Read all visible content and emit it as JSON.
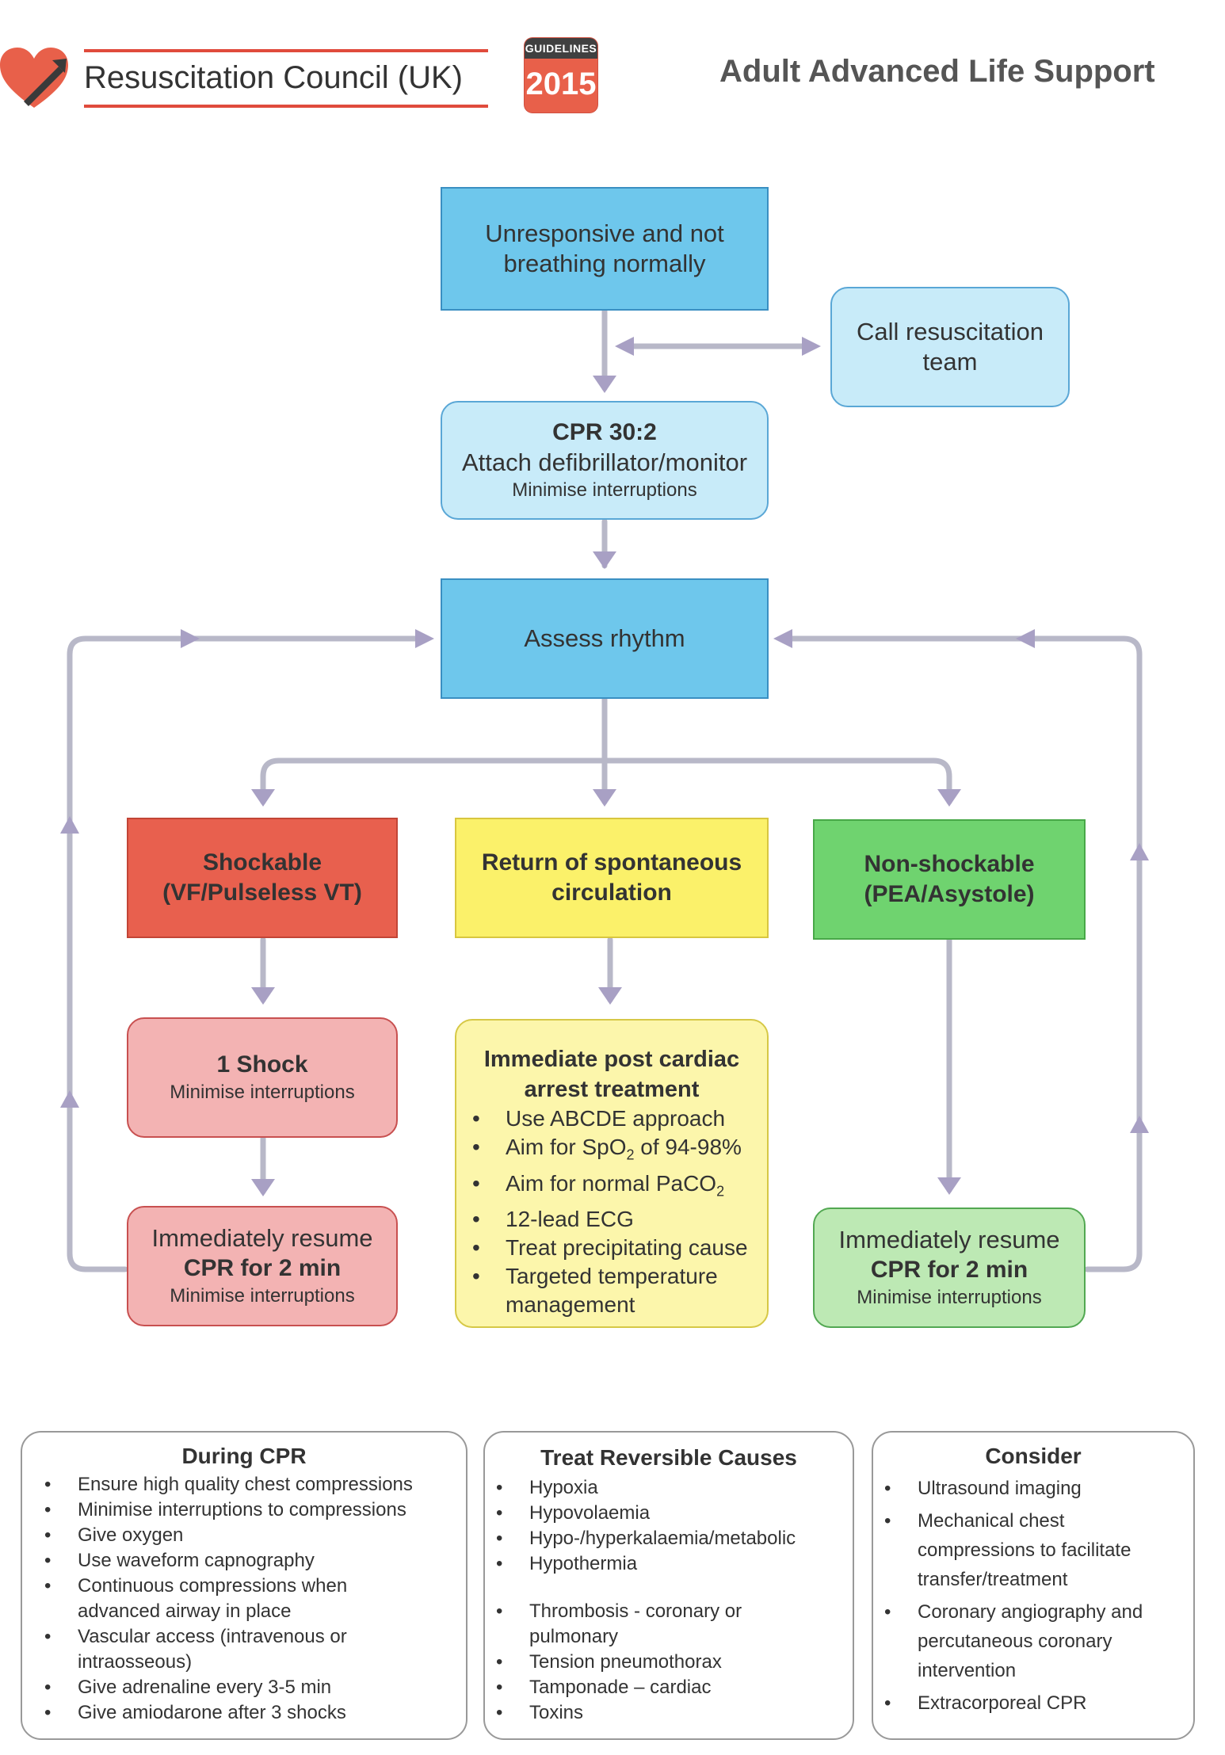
{
  "header": {
    "organisation": "Resuscitation Council (UK)",
    "badge_top": "GUIDELINES",
    "badge_year": "2015",
    "title": "Adult Advanced Life Support",
    "logo_icon": "heart-arrow-logo"
  },
  "flow": {
    "unresponsive": {
      "line1": "Unresponsive and not",
      "line2": "breathing normally"
    },
    "call_team": {
      "line1": "Call resuscitation",
      "line2": "team"
    },
    "cpr": {
      "title": "CPR 30:2",
      "line2": "Attach defibrillator/monitor",
      "line3": "Minimise interruptions"
    },
    "assess": {
      "label": "Assess rhythm"
    },
    "shockable": {
      "line1": "Shockable",
      "line2": "(VF/Pulseless VT)"
    },
    "rosc": {
      "line1": "Return of spontaneous",
      "line2": "circulation"
    },
    "nonshockable": {
      "line1": "Non-shockable",
      "line2": "(PEA/Asystole)"
    },
    "shock": {
      "title": "1 Shock",
      "line2": "Minimise interruptions"
    },
    "resume_left": {
      "line1": "Immediately resume",
      "line2": "CPR for 2 min",
      "line3": "Minimise interruptions"
    },
    "resume_right": {
      "line1": "Immediately resume",
      "line2": "CPR for 2 min",
      "line3": "Minimise interruptions"
    },
    "post_arrest": {
      "title1": "Immediate post cardiac",
      "title2": "arrest treatment",
      "items": [
        "Use ABCDE approach",
        "Aim for SpO",
        "Aim for normal PaCO",
        "12-lead ECG",
        "Treat precipitating cause",
        "Targeted temperature management"
      ],
      "spo2_sub": "2",
      "spo2_rest": " of 94-98%",
      "paco2_sub": "2"
    }
  },
  "during_cpr": {
    "title": "During CPR",
    "items": [
      "Ensure high quality chest compressions",
      "Minimise interruptions to compressions",
      "Give oxygen",
      "Use waveform capnography",
      "Continuous compressions when advanced airway in place",
      "Vascular access (intravenous or intraosseous)",
      "Give adrenaline every 3-5 min",
      "Give amiodarone after 3 shocks"
    ]
  },
  "reversible": {
    "title": "Treat Reversible Causes",
    "items": [
      "Hypoxia",
      "Hypovolaemia",
      "Hypo-/hyperkalaemia/metabolic",
      "Hypothermia",
      "Thrombosis - coronary or pulmonary",
      "Tension pneumothorax",
      "Tamponade – cardiac",
      "Toxins"
    ]
  },
  "consider": {
    "title": "Consider",
    "items": [
      "Ultrasound imaging",
      "Mechanical chest compressions to facilitate transfer/treatment",
      "Coronary angiography and percutaneous coronary intervention",
      "Extracorporeal CPR"
    ]
  }
}
